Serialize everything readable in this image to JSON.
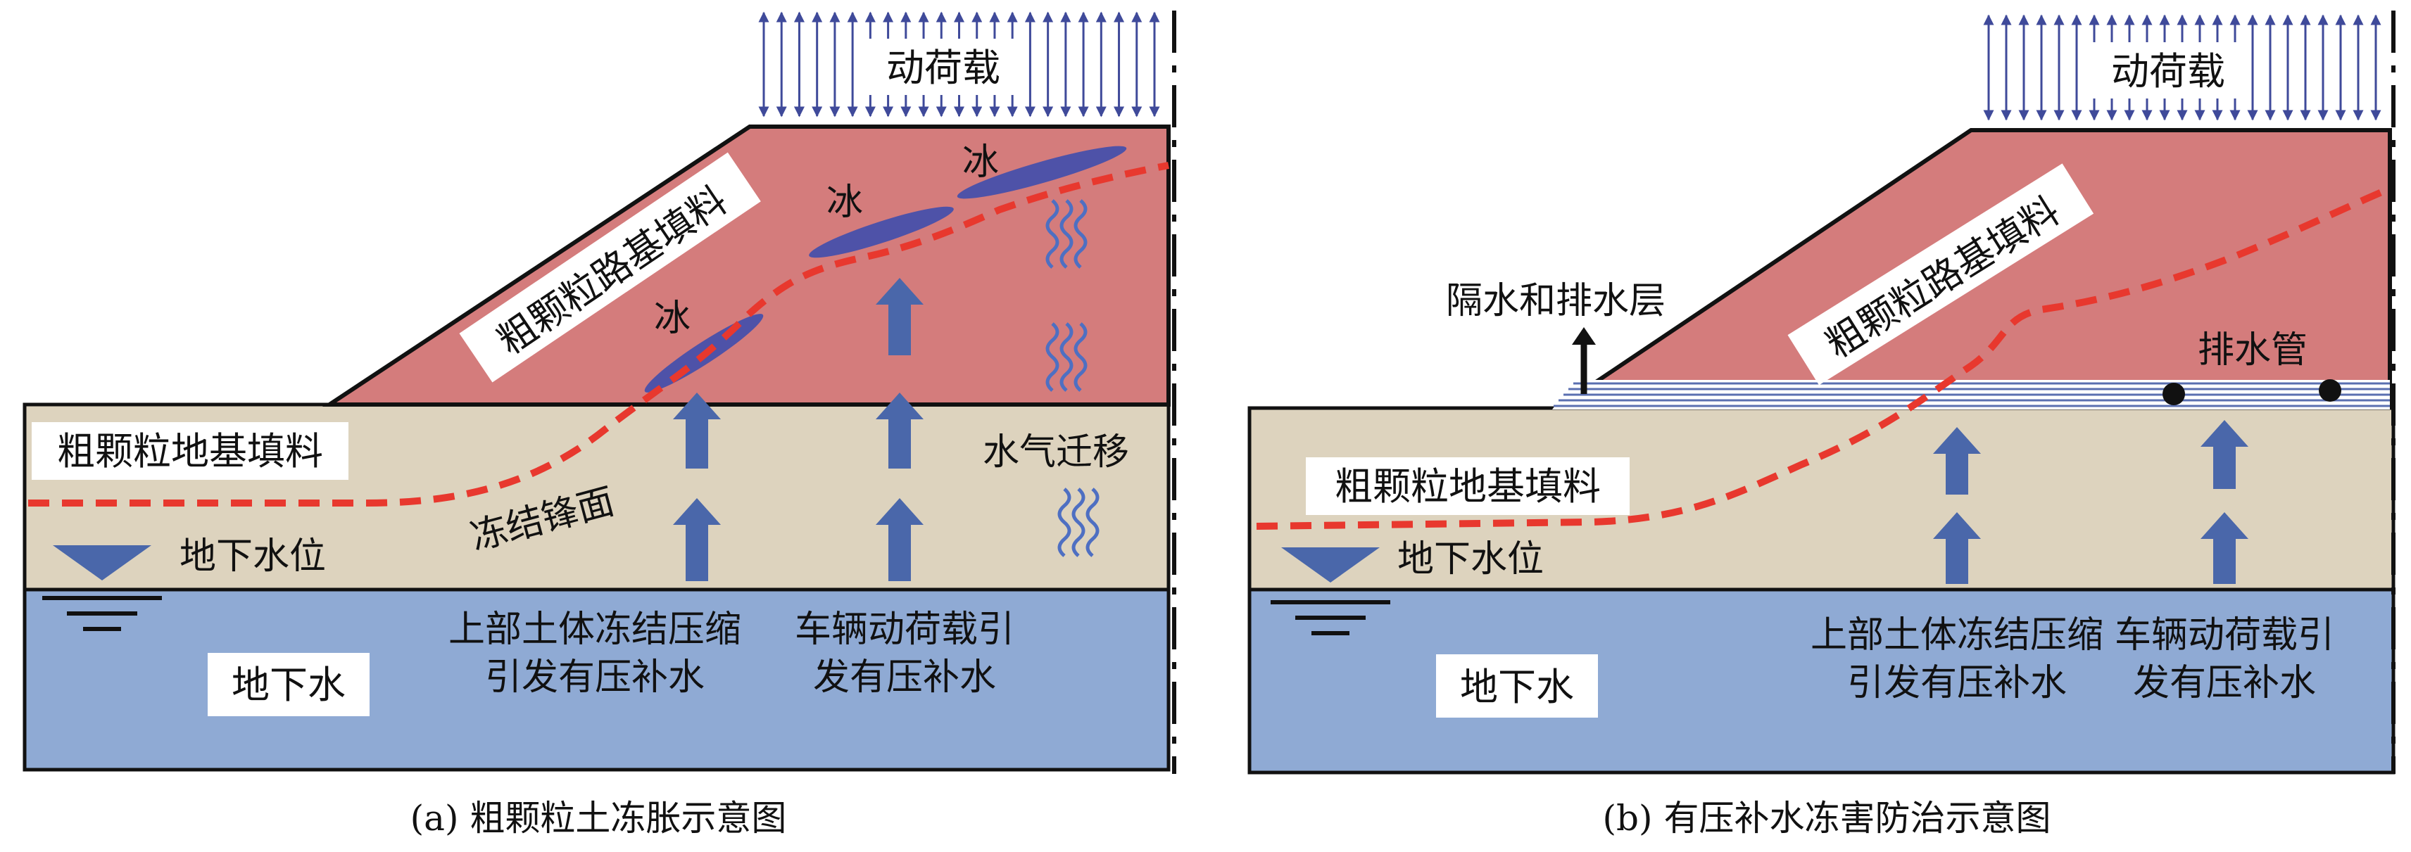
{
  "colors": {
    "embankment": "#D47C7C",
    "foundation": "#DDD3BE",
    "groundwater": "#8FAAD4",
    "arrow": "#4A67AA",
    "ice": "#4E52A8",
    "frost_front": "#E8382E",
    "vapor": "#4E6FC2",
    "outline": "#111111"
  },
  "panel_a": {
    "dynamic_load": "动荷载",
    "embankment_fill": "粗颗粒路基填料",
    "ice_labels": [
      "冰",
      "冰",
      "冰"
    ],
    "foundation_fill": "粗颗粒地基填料",
    "vapor_migration": "水气迁移",
    "freezing_front": "冻结锋面",
    "water_table": "地下水位",
    "groundwater": "地下水",
    "cause_freeze_line1": "上部土体冻结压缩",
    "cause_freeze_line2": "引发有压补水",
    "cause_traffic_line1": "车辆动荷载引",
    "cause_traffic_line2": "发有压补水",
    "caption": "(a) 粗颗粒土冻胀示意图"
  },
  "panel_b": {
    "dynamic_load": "动荷载",
    "embankment_fill": "粗颗粒路基填料",
    "barrier_layer": "隔水和排水层",
    "drain_pipe": "排水管",
    "foundation_fill": "粗颗粒地基填料",
    "water_table": "地下水位",
    "groundwater": "地下水",
    "cause_freeze_line1": "上部土体冻结压缩",
    "cause_freeze_line2": "引发有压补水",
    "cause_traffic_line1": "车辆动荷载引",
    "cause_traffic_line2": "发有压补水",
    "caption": "(b) 有压补水冻害防治示意图"
  }
}
